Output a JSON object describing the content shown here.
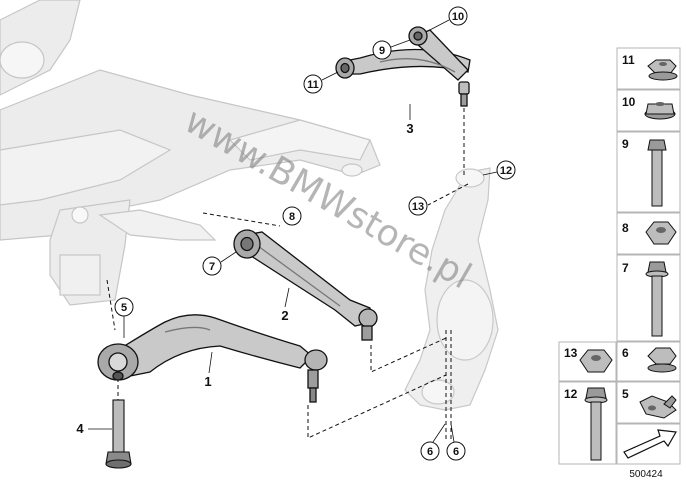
{
  "diagram_id": "500424",
  "watermark": "www.BMWstore.pl",
  "callouts": [
    {
      "key": "c10",
      "label": "10"
    },
    {
      "key": "c9",
      "label": "9"
    },
    {
      "key": "c11",
      "label": "11"
    },
    {
      "key": "c12",
      "label": "12"
    },
    {
      "key": "c13",
      "label": "13"
    },
    {
      "key": "c8",
      "label": "8"
    },
    {
      "key": "c7",
      "label": "7"
    },
    {
      "key": "c5",
      "label": "5"
    },
    {
      "key": "c6a",
      "label": "6"
    },
    {
      "key": "c6b",
      "label": "6"
    }
  ],
  "part_labels": [
    {
      "key": "p3",
      "label": "3"
    },
    {
      "key": "p2",
      "label": "2"
    },
    {
      "key": "p1",
      "label": "1"
    },
    {
      "key": "p4",
      "label": "4"
    }
  ],
  "legend": [
    {
      "key": "l11",
      "label": "11",
      "part": "nut-flange"
    },
    {
      "key": "l10",
      "label": "10",
      "part": "nut-self-locking"
    },
    {
      "key": "l9",
      "label": "9",
      "part": "hex-bolt"
    },
    {
      "key": "l8",
      "label": "8",
      "part": "hex-nut"
    },
    {
      "key": "l7",
      "label": "7",
      "part": "flange-bolt"
    },
    {
      "key": "l13",
      "label": "13",
      "part": "hex-nut-large"
    },
    {
      "key": "l6",
      "label": "6",
      "part": "nut-collar"
    },
    {
      "key": "l12",
      "label": "12",
      "part": "hex-bolt-short"
    },
    {
      "key": "l5",
      "label": "5",
      "part": "bracket-clip"
    }
  ],
  "colors": {
    "outline": "#111111",
    "arm_fill": "#c9c9c9",
    "ghost_fill": "#e9e9e9",
    "ghost_stroke": "#c4c4c4",
    "legend_border": "#b5b5b5"
  }
}
